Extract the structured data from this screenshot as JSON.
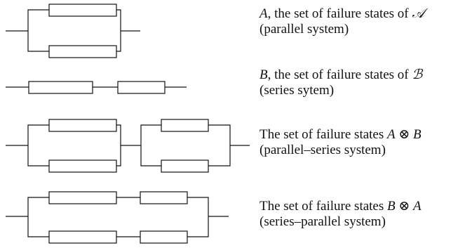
{
  "captions": [
    {
      "id": "parallel",
      "line1_var": "A",
      "line1_text": ", the set of failure states of ",
      "line1_cal": "𝒜",
      "line2": "(parallel system)"
    },
    {
      "id": "series",
      "line1_var": "B",
      "line1_text": ", the set of failure states of ",
      "line1_cal": "ℬ",
      "line2": "(series sytem)"
    },
    {
      "id": "parallel-series",
      "line1_text": "The set of failure states ",
      "line1_expr_a": "A",
      "line1_op": " ⊗ ",
      "line1_expr_b": "B",
      "line2": "(parallel–series system)"
    },
    {
      "id": "series-parallel",
      "line1_text": "The set of failure states ",
      "line1_expr_a": "B",
      "line1_op": " ⊗ ",
      "line1_expr_b": "A",
      "line2": "(series–parallel system)"
    }
  ]
}
